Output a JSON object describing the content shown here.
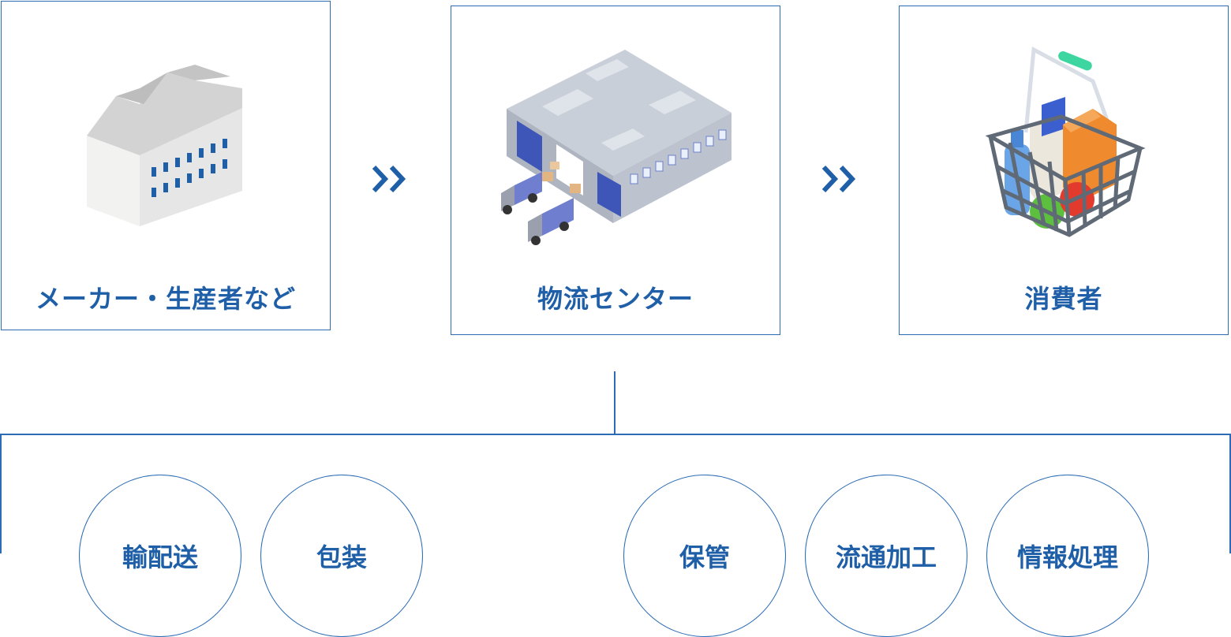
{
  "flow": {
    "maker": {
      "label": "メーカー・生産者など",
      "icon": "factory-icon"
    },
    "center": {
      "label": "物流センター",
      "icon": "warehouse-icon"
    },
    "consumer": {
      "label": "消費者",
      "icon": "shopping-basket-icon"
    }
  },
  "functions": {
    "left": [
      "輸配送",
      "包装"
    ],
    "right": [
      "保管",
      "流通加工",
      "情報処理"
    ]
  },
  "colors": {
    "accent": "#1f5fa8",
    "border": "#2b6cb5"
  }
}
